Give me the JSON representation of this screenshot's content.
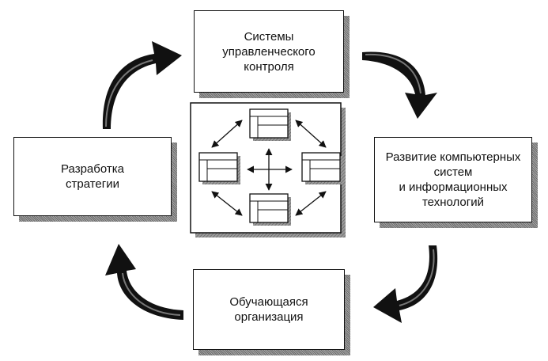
{
  "boxes": {
    "top": "Системы\nуправленческого\nконтроля",
    "left": "Разработка\nстратегии",
    "right": "Развитие компьютерных\nсистем\nи  информационных\nтехнологий",
    "bottom": "Обучающаяся\nорганизация"
  },
  "colors": {
    "ink": "#111111",
    "shadow": "#8a8a8a",
    "paper": "#ffffff"
  }
}
